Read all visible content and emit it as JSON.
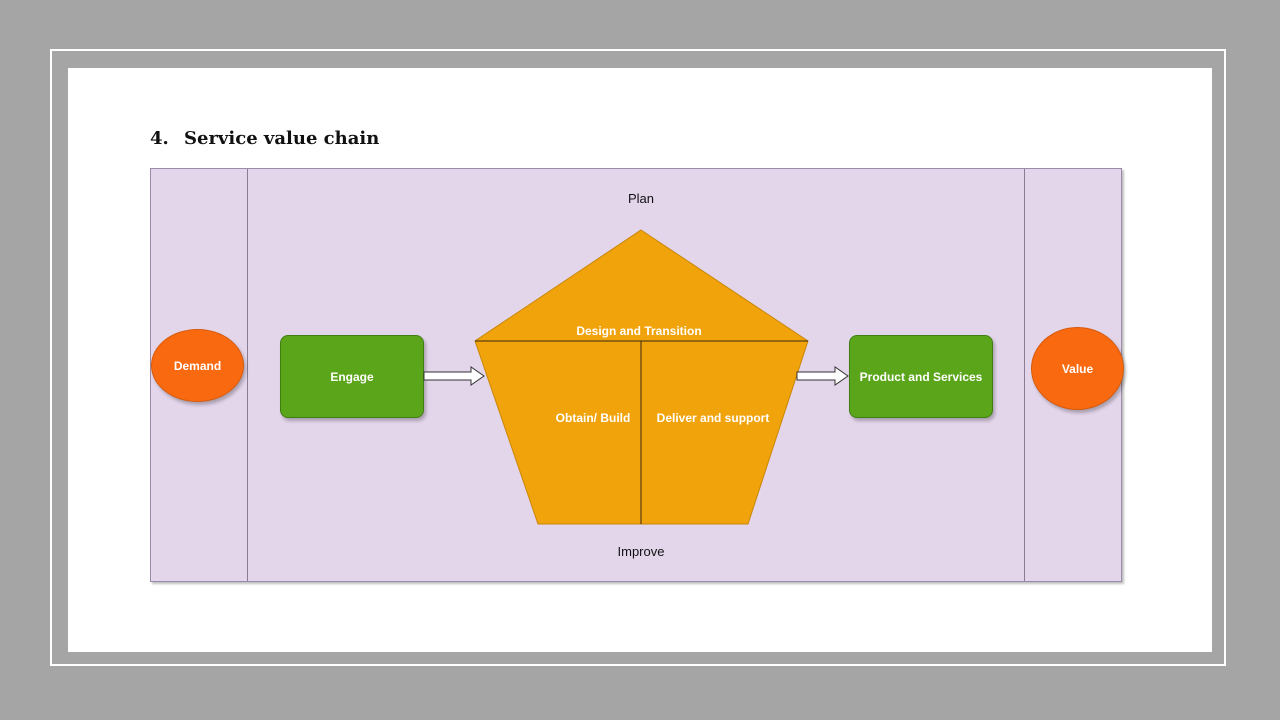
{
  "heading": {
    "number": "4.",
    "title": "Service value chain"
  },
  "diagram": {
    "top_label": "Plan",
    "bottom_label": "Improve",
    "input": "Demand",
    "output": "Value",
    "engage": "Engage",
    "design": "Design and Transition",
    "obtain": "Obtain/ Build",
    "deliver": "Deliver and support",
    "products": "Product and Services"
  },
  "colors": {
    "background": "#a5a5a5",
    "lane_fill": "#e3d5ea",
    "orange": "#f96a10",
    "green": "#5ba51b",
    "pentagon": "#f0a30a"
  }
}
